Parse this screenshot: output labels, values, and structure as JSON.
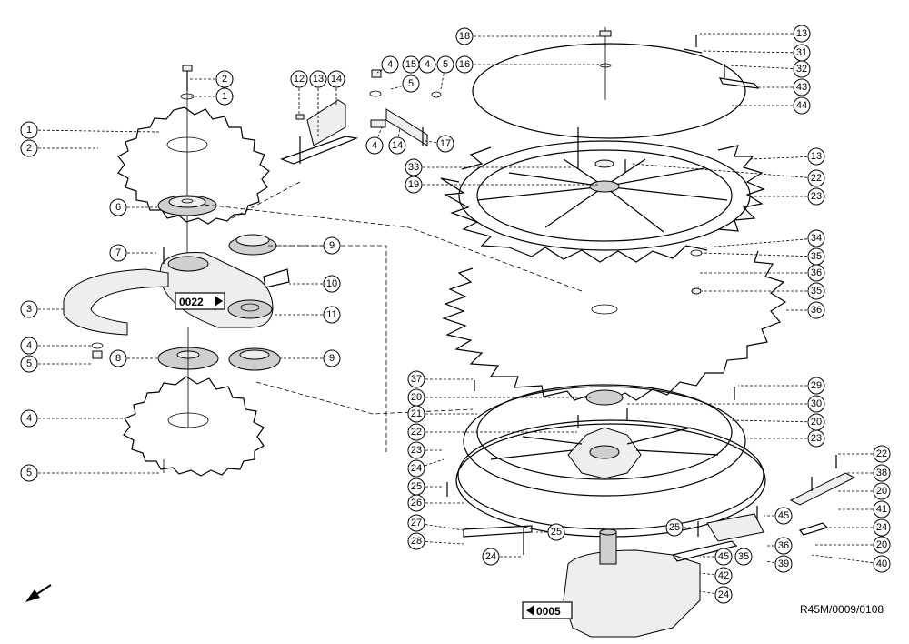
{
  "drawing": {
    "reference": "R45M/0009/0108",
    "link_left": "0022",
    "link_bottom": "0005"
  },
  "callouts": [
    {
      "n": "1"
    },
    {
      "n": "2"
    },
    {
      "n": "3"
    },
    {
      "n": "4"
    },
    {
      "n": "5"
    },
    {
      "n": "6"
    },
    {
      "n": "7"
    },
    {
      "n": "8"
    },
    {
      "n": "9"
    },
    {
      "n": "9"
    },
    {
      "n": "10"
    },
    {
      "n": "11"
    },
    {
      "n": "4"
    },
    {
      "n": "5"
    },
    {
      "n": "2"
    },
    {
      "n": "1"
    },
    {
      "n": "12"
    },
    {
      "n": "13"
    },
    {
      "n": "14"
    },
    {
      "n": "4"
    },
    {
      "n": "15"
    },
    {
      "n": "5"
    },
    {
      "n": "4"
    },
    {
      "n": "5"
    },
    {
      "n": "4"
    },
    {
      "n": "14"
    },
    {
      "n": "17"
    },
    {
      "n": "18"
    },
    {
      "n": "16"
    },
    {
      "n": "13"
    },
    {
      "n": "31"
    },
    {
      "n": "32"
    },
    {
      "n": "43"
    },
    {
      "n": "44"
    },
    {
      "n": "33"
    },
    {
      "n": "19"
    },
    {
      "n": "13"
    },
    {
      "n": "22"
    },
    {
      "n": "23"
    },
    {
      "n": "34"
    },
    {
      "n": "35"
    },
    {
      "n": "36"
    },
    {
      "n": "35"
    },
    {
      "n": "36"
    },
    {
      "n": "37"
    },
    {
      "n": "20"
    },
    {
      "n": "21"
    },
    {
      "n": "22"
    },
    {
      "n": "23"
    },
    {
      "n": "24"
    },
    {
      "n": "25"
    },
    {
      "n": "26"
    },
    {
      "n": "27"
    },
    {
      "n": "28"
    },
    {
      "n": "24"
    },
    {
      "n": "25"
    },
    {
      "n": "29"
    },
    {
      "n": "30"
    },
    {
      "n": "20"
    },
    {
      "n": "23"
    },
    {
      "n": "22"
    },
    {
      "n": "38"
    },
    {
      "n": "20"
    },
    {
      "n": "41"
    },
    {
      "n": "45"
    },
    {
      "n": "24"
    },
    {
      "n": "25"
    },
    {
      "n": "20"
    },
    {
      "n": "40"
    },
    {
      "n": "45"
    },
    {
      "n": "35"
    },
    {
      "n": "36"
    },
    {
      "n": "39"
    },
    {
      "n": "42"
    },
    {
      "n": "24"
    },
    {
      "n": "25"
    },
    {
      "n": "35"
    },
    {
      "n": "36"
    }
  ]
}
